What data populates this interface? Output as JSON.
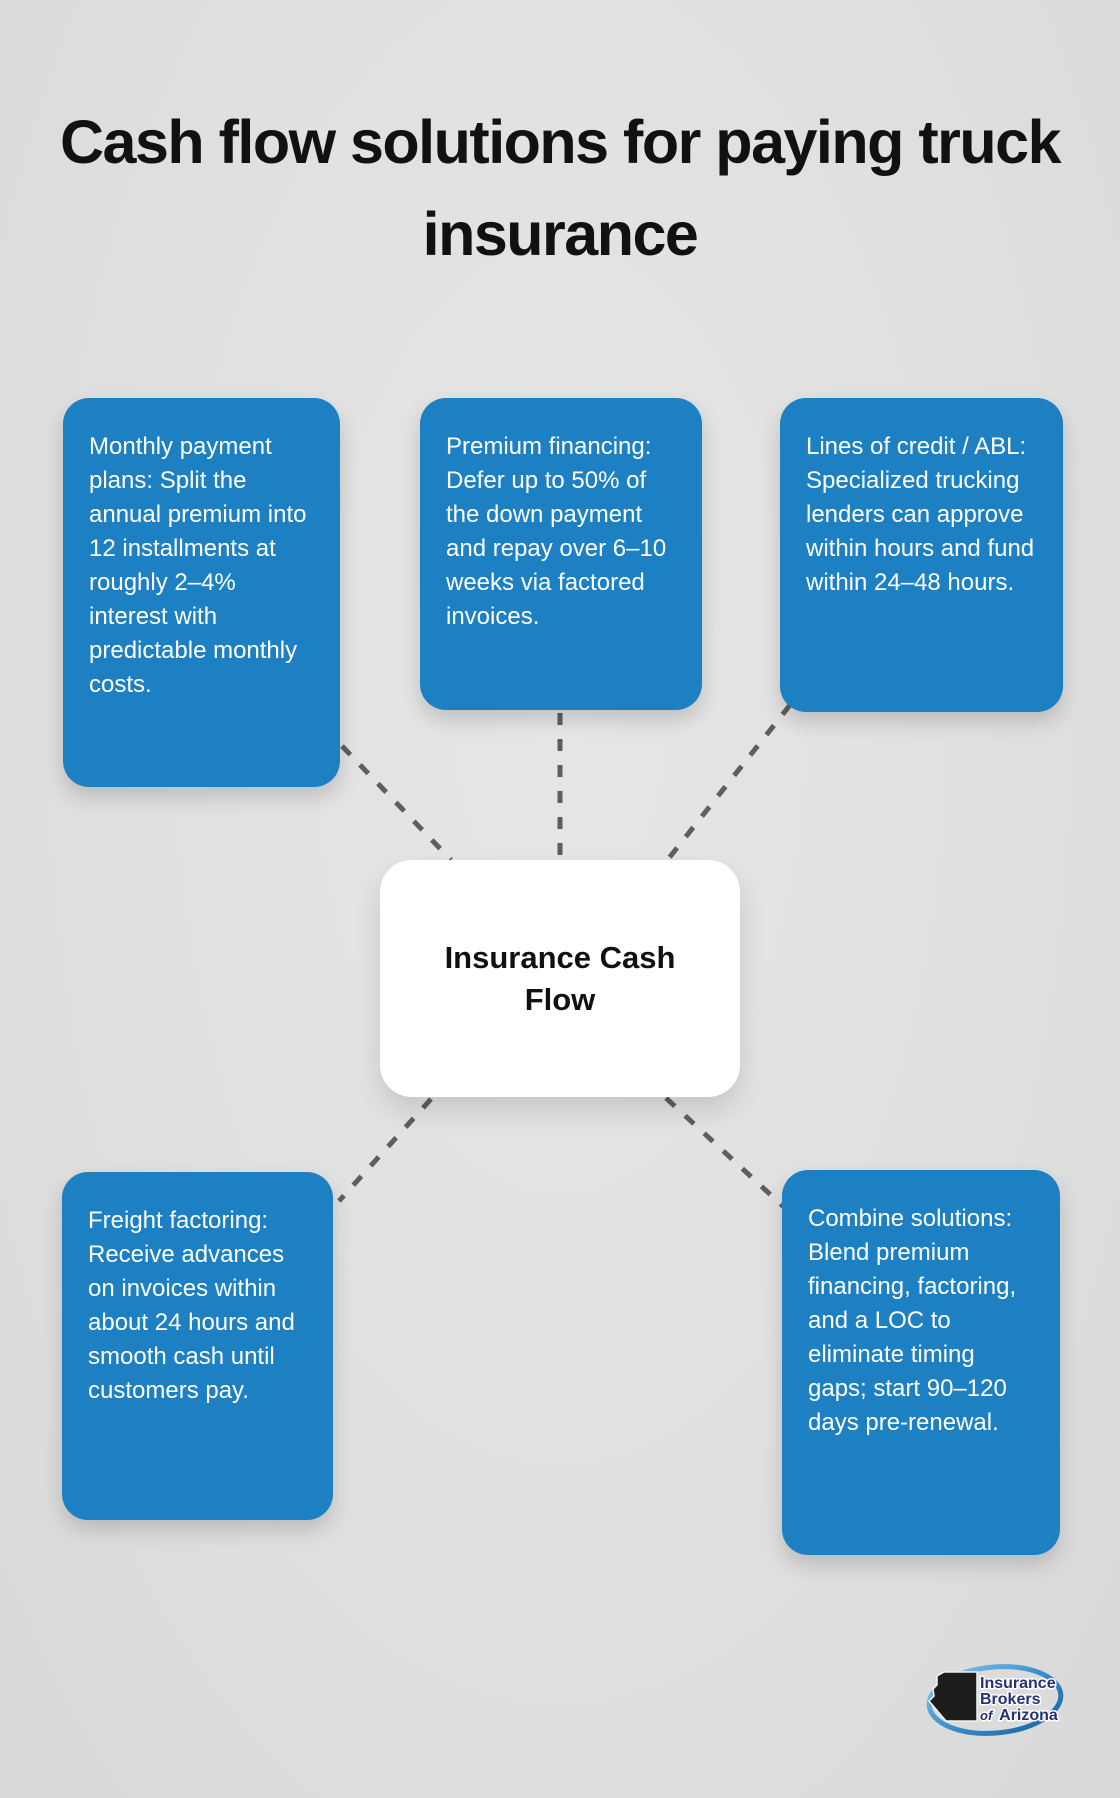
{
  "page": {
    "title": "Cash flow solutions for paying truck insurance",
    "background_color": "#dfe0df"
  },
  "diagram": {
    "center": {
      "label": "Insurance Cash Flow"
    },
    "node_color": "#1d80c3",
    "node_text_color": "#ffffff",
    "connector_color": "#5e5e5e",
    "nodes": [
      {
        "id": "monthly-payment-plans",
        "text": "Monthly payment plans: Split the annual premium into 12 installments at roughly 2–4% interest with predictable monthly costs."
      },
      {
        "id": "premium-financing",
        "text": "Premium financing: Defer up to 50% of the down payment and repay over 6–10 weeks via factored invoices."
      },
      {
        "id": "lines-of-credit-abl",
        "text": "Lines of credit / ABL: Specialized trucking lenders can approve within hours and fund within 24–48 hours."
      },
      {
        "id": "freight-factoring",
        "text": "Freight factoring: Receive advances on invoices within about 24 hours and smooth cash until customers pay."
      },
      {
        "id": "combine-solutions",
        "text": "Combine solutions: Blend premium financing, factoring, and a LOC to eliminate timing gaps; start 90–120 days pre-renewal."
      }
    ]
  },
  "logo": {
    "line1": "Insurance",
    "line2": "Brokers",
    "line3_prefix": "of",
    "line3": "Arizona",
    "text_color": "#263173",
    "ellipse_color": "#2a7fc1",
    "state_shape": "arizona-silhouette"
  }
}
